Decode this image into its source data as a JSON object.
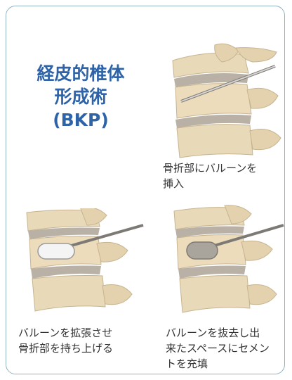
{
  "title": {
    "line1": "経皮的椎体",
    "line2": "形成術",
    "line3": "(BKP)"
  },
  "captions": {
    "step1": [
      "骨折部にバルーンを",
      "挿入"
    ],
    "step2": [
      "バルーンを拡張させ",
      "骨折部を持ち上げる"
    ],
    "step3": [
      "バルーンを抜去し出",
      "来たスペースにセメン",
      "トを充填"
    ]
  },
  "colors": {
    "title": "#2f63a7",
    "border": "#8fb3c0",
    "bone": "#e8d9b8",
    "disc": "#b9b1a5"
  }
}
